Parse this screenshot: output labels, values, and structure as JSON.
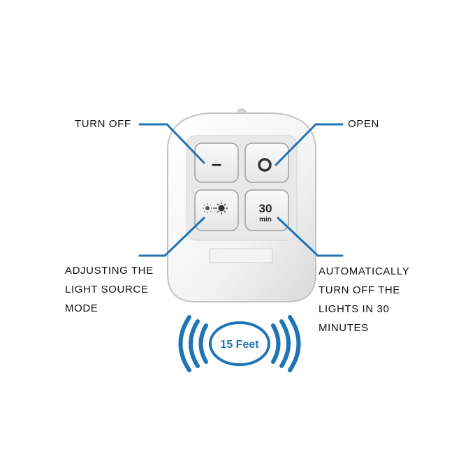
{
  "callouts": {
    "turn_off": "TURN OFF",
    "open": "OPEN",
    "adjust": [
      "ADJUSTING THE",
      "LIGHT SOURCE",
      "MODE"
    ],
    "auto_off": [
      "AUTOMATICALLY",
      "TURN OFF THE",
      "LIGHTS IN 30",
      "MINUTES"
    ]
  },
  "buttons": {
    "off_symbol": "–",
    "open_symbol": "○",
    "mode_icon": "light-mode-icon",
    "timer_value": "30",
    "timer_unit": "min"
  },
  "range": {
    "label": "15 Feet",
    "icon": "wireless-signal-icon"
  },
  "colors": {
    "accent_blue": "#1f74b6",
    "body": "#f7f7f7",
    "button": "#eeeeee",
    "text": "#111111"
  }
}
